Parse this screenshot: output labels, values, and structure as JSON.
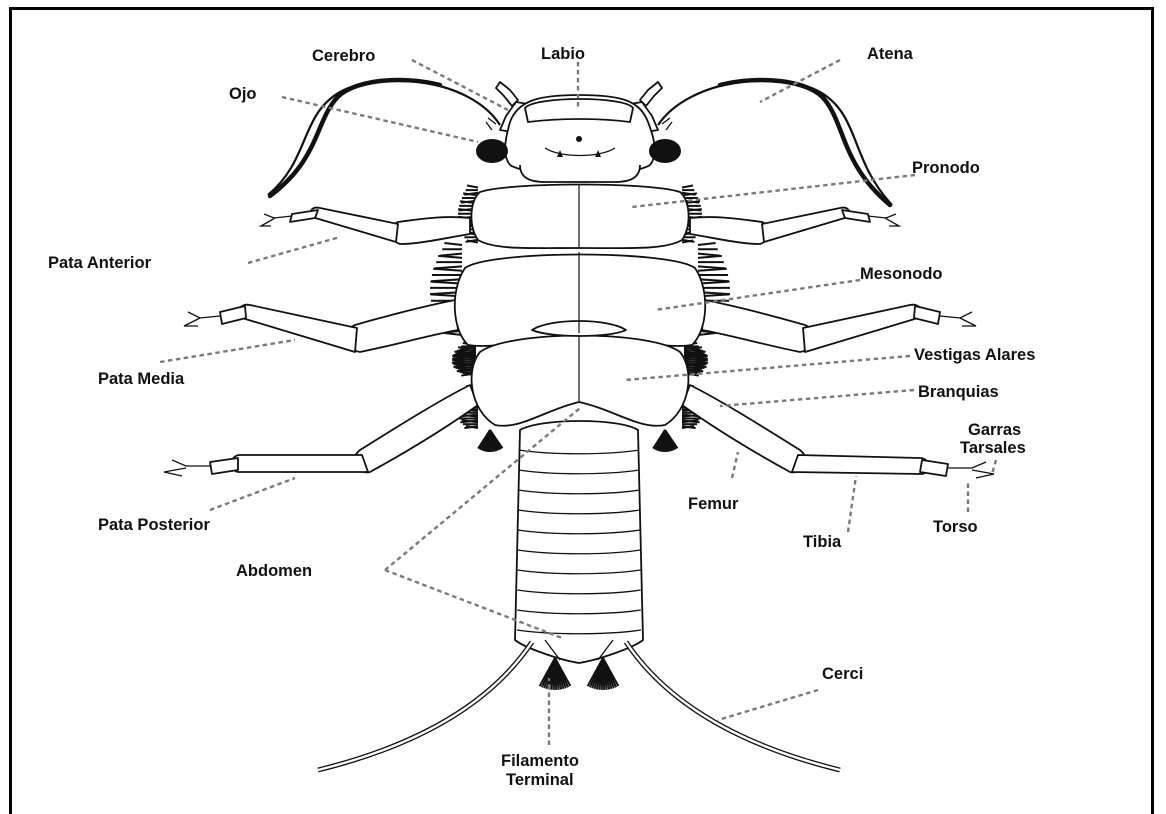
{
  "labels": {
    "cerebro": "Cerebro",
    "labio": "Labio",
    "atena": "Atena",
    "ojo": "Ojo",
    "pronodo": "Pronodo",
    "pata_anterior": "Pata Anterior",
    "mesonodo": "Mesonodo",
    "pata_media": "Pata Media",
    "vestigas_alares": "Vestigas Alares",
    "branquias": "Branquias",
    "garras_line1": "Garras",
    "garras_line2": "Tarsales",
    "femur": "Femur",
    "tibia": "Tibia",
    "torso": "Torso",
    "pata_posterior": "Pata Posterior",
    "abdomen": "Abdomen",
    "cerci": "Cerci",
    "filamento_line1": "Filamento",
    "filamento_line2": "Terminal"
  }
}
